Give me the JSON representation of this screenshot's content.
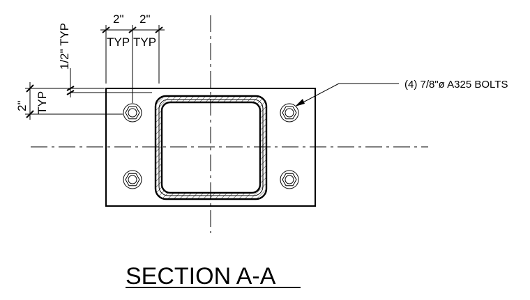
{
  "labels": {
    "horizontal_dim_left": "2\"",
    "horizontal_dim_right": "2\"",
    "horizontal_typ_left": "TYP",
    "horizontal_typ_right": "TYP",
    "plate_thickness_note": "1/2\" TYP",
    "vertical_dim": "2\"",
    "vertical_typ": "TYP",
    "bolt_callout": "(4) 7/8\"ø A325 BOLTS"
  },
  "title": "SECTION A-A"
}
